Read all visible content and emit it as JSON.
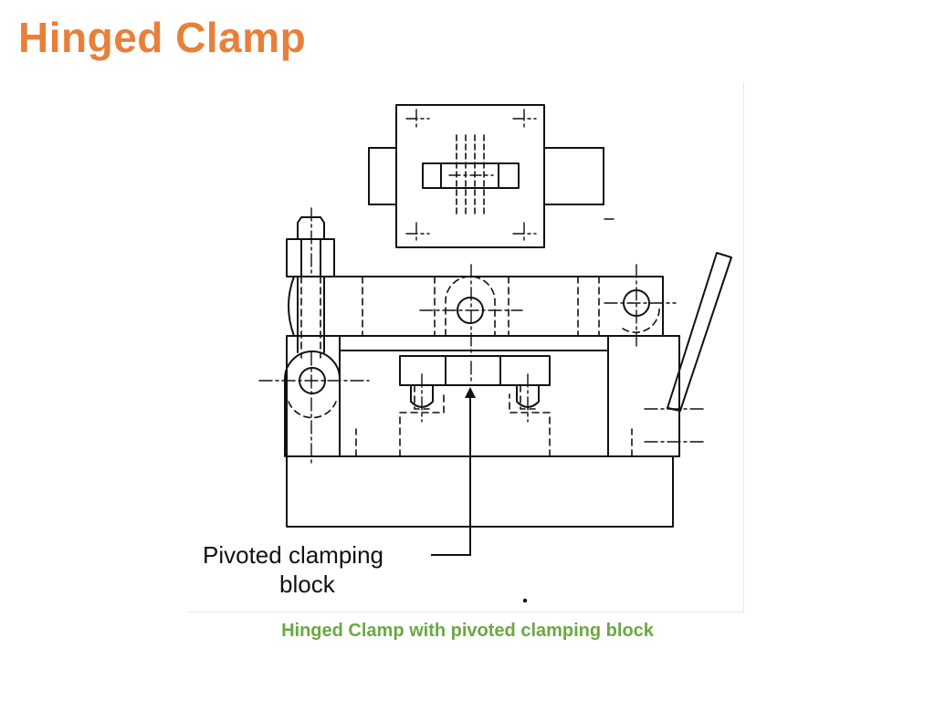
{
  "slide": {
    "title": "Hinged Clamp",
    "caption": "Hinged Clamp with pivoted clamping block"
  },
  "diagram": {
    "callout_line1": "Pivoted clamping",
    "callout_line2": "block"
  },
  "colors": {
    "title": "#E8803A",
    "caption": "#6AA842",
    "ink": "#111111",
    "background": "#FFFFFF"
  }
}
